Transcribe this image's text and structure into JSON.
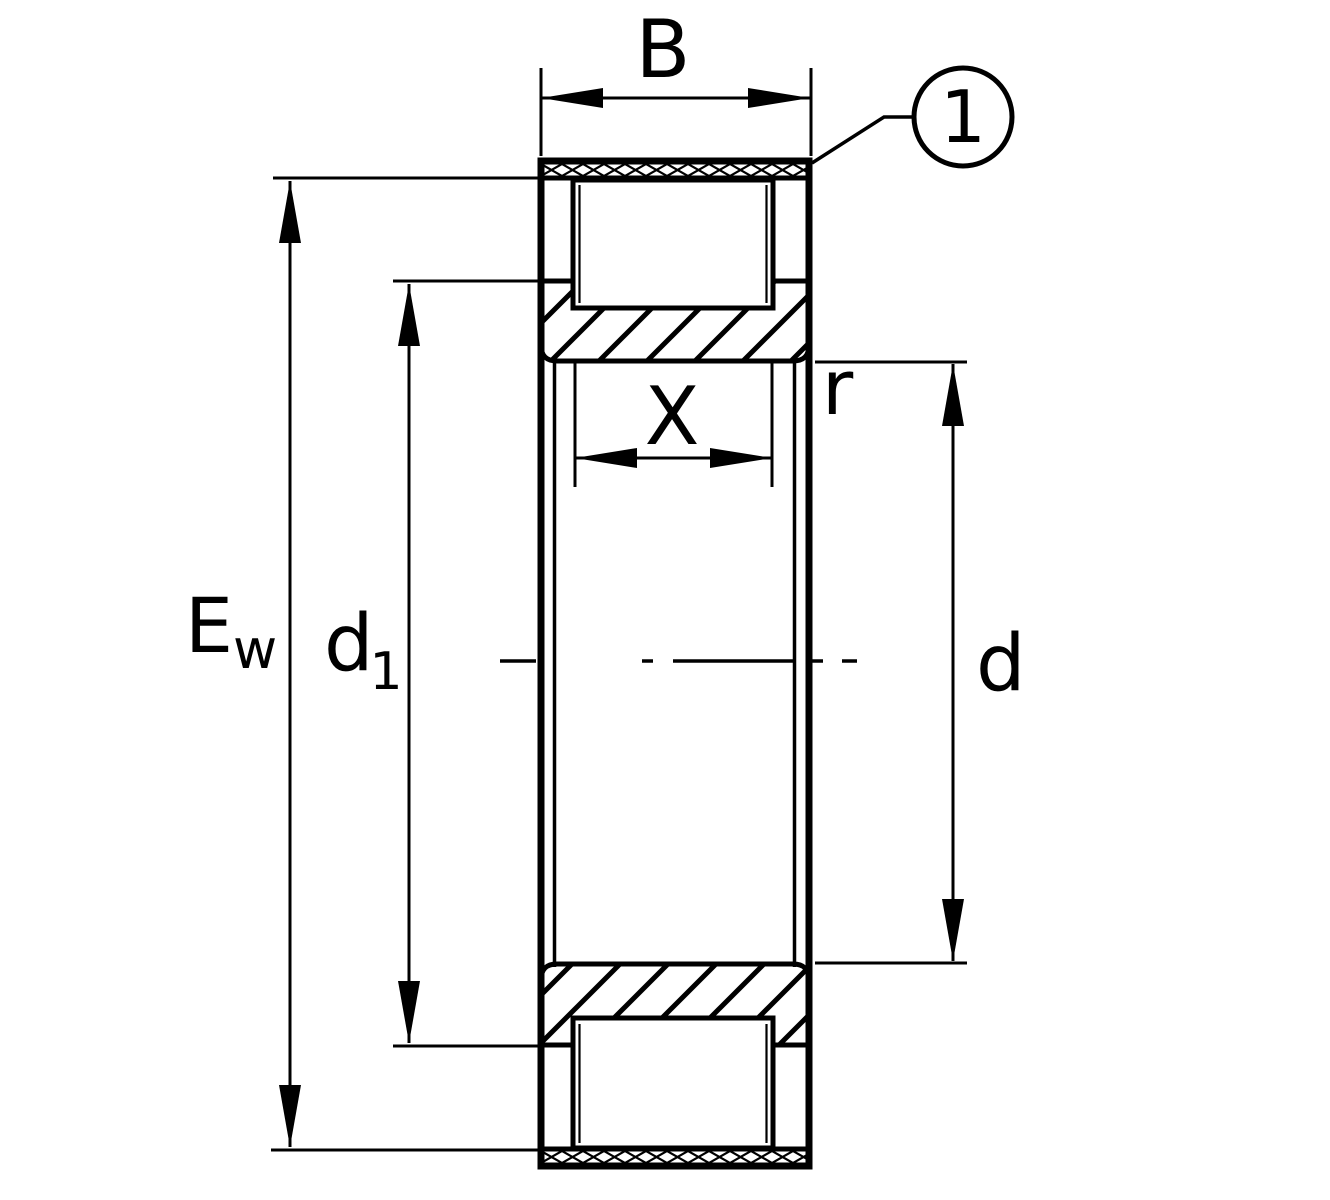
{
  "diagram": {
    "type": "bearing-cross-section",
    "ink_color": "#000000",
    "background_color": "#ffffff",
    "labels": {
      "width": "B",
      "callout": "1",
      "outer_raceway_main": "E",
      "outer_raceway_sub": "w",
      "inner_diameter_main": "d",
      "inner_diameter_sub": "1",
      "roller_width": "X",
      "fillet": "r",
      "bore": "d"
    }
  }
}
